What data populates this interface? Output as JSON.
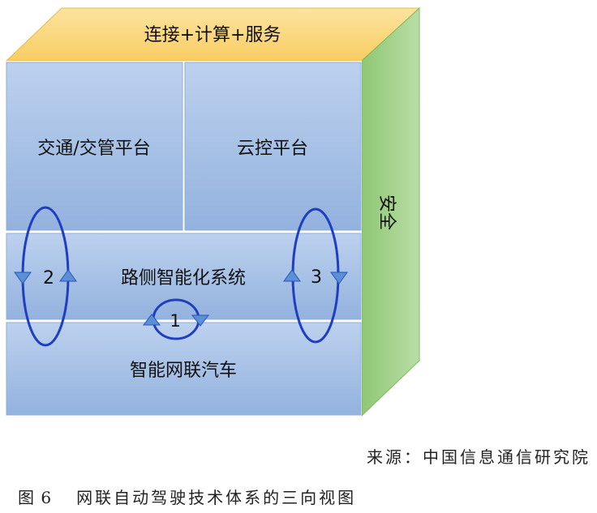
{
  "diagram": {
    "top_face": "连接+计算+服务",
    "side_face": "安全",
    "cells": {
      "traffic_platform": "交通/交管平台",
      "cloud_platform": "云控平台",
      "roadside_system": "路侧智能化系统",
      "connected_vehicle": "智能网联汽车"
    },
    "loops": {
      "loop_1": "1",
      "loop_2": "2",
      "loop_3": "3"
    },
    "colors": {
      "top_face": "#fcd87a",
      "side_face": "#9fcf86",
      "front_face": "#a9c3e6",
      "loop_stroke": "#1f3fc0"
    }
  },
  "source": "来源：中国信息通信研究院",
  "caption": {
    "label": "图 6",
    "text": "网联自动驾驶技术体系的三向视图"
  }
}
